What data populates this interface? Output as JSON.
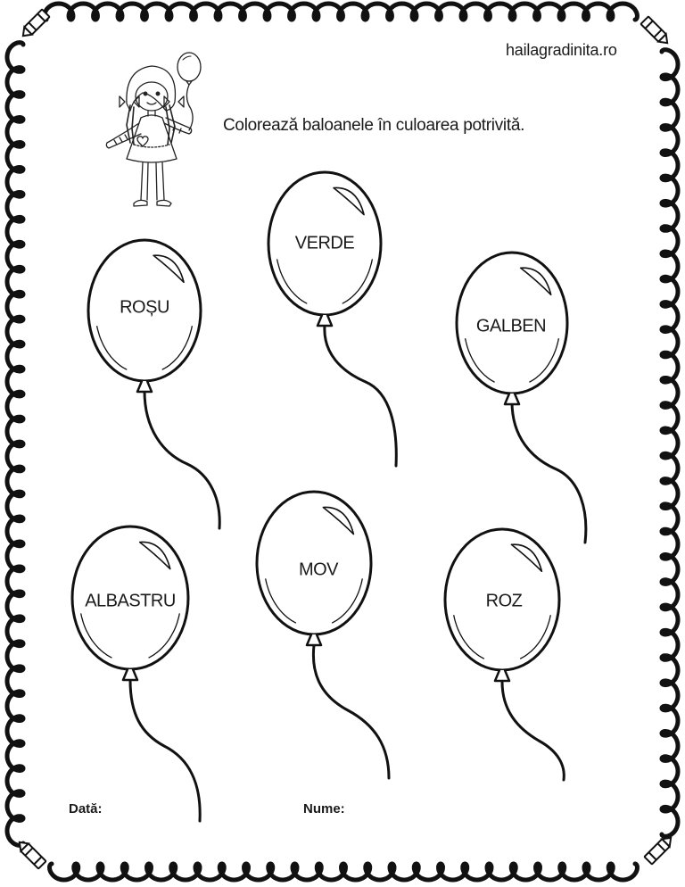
{
  "site": "hailagradinita.ro",
  "instruction": "Colorează baloanele  în culoarea potrivită.",
  "balloons": [
    {
      "label": "ROȘU"
    },
    {
      "label": "VERDE"
    },
    {
      "label": "GALBEN"
    },
    {
      "label": "ALBASTRU"
    },
    {
      "label": "MOV"
    },
    {
      "label": "ROZ"
    }
  ],
  "footer": {
    "date_label": "Dată:",
    "name_label": "Nume:"
  }
}
